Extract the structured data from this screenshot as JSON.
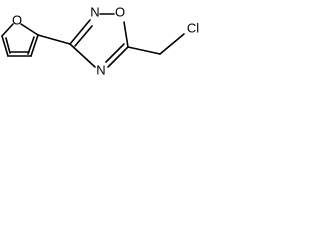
{
  "molecule": {
    "atoms": {
      "furan_oxygen": "O",
      "ring_nitrogen_top": "N",
      "ring_oxygen": "O",
      "ring_nitrogen_bottom": "N",
      "chlorine": "Cl"
    }
  }
}
